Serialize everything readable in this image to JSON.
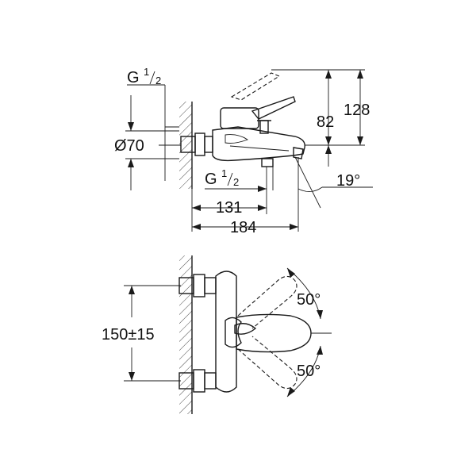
{
  "labels": {
    "inlet_thread": "G",
    "inlet_thread_num": "1",
    "inlet_thread_den": "2",
    "outlet_thread": "G",
    "outlet_thread_num": "1",
    "outlet_thread_den": "2",
    "diameter": "Ø70",
    "height_82": "82",
    "height_128": "128",
    "angle_19": "19°",
    "projection_131": "131",
    "projection_184": "184",
    "centres": "150±15",
    "swivel_top": "50°",
    "swivel_bottom": "50°"
  }
}
